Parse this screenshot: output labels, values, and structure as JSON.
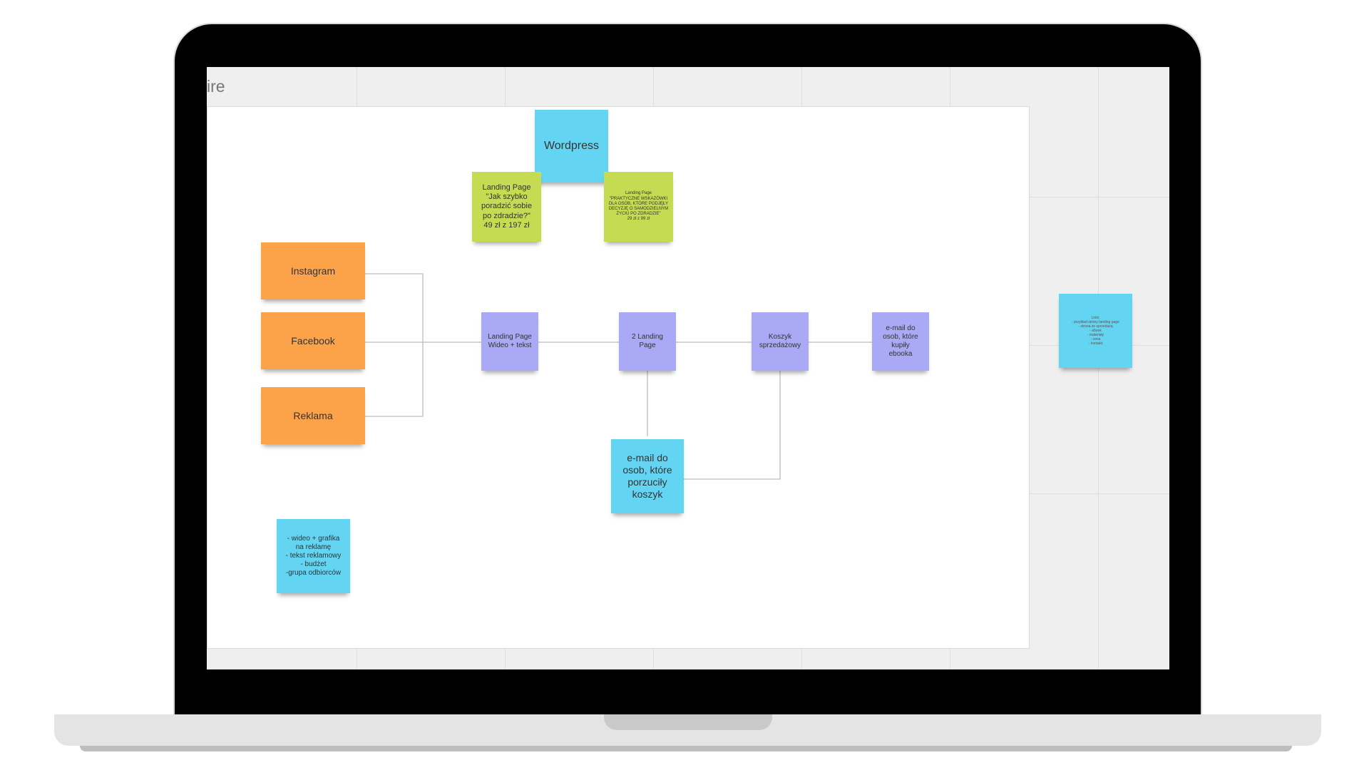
{
  "board": {
    "frame_title": "ire"
  },
  "stickies": {
    "wordpress": "Wordpress",
    "landing_left": "Landing Page\n\"Jak szybko\nporadzić sobie\npo zdradzie?\"\n49 zł z 197 zł",
    "landing_right": "Landing Page\n\"PRAKTYCZNE WSKAZÓWKI\nDLA OSÓB, KTÓRE PODJĘŁY\nDECYZJĘ O SAMODZIELNYM\nŻYCIU PO ZDRADZIE\"\n29 zł z 99 zł",
    "instagram": "Instagram",
    "facebook": "Facebook",
    "reklama": "Reklama",
    "landing_video": "Landing Page\nWideo + tekst",
    "landing_2": "2 Landing\nPage",
    "koszyk": "Koszyk\nsprzedażowy",
    "email_bought": "e-mail do\nosob, które\nkupiły\nebooka",
    "email_abandoned": "e-mail do\nosob, które\nporzuciły\nkoszyk",
    "ad_notes": "- wideo + grafika\nna reklamę\n- tekst reklamowy\n- budżet\n-grupa odbiorców",
    "side_note": "Linki:\n- przykład strony landing page\n- strona ze sprzedażą\n- ebook\n- materiały\n- cena\n- kontakt"
  },
  "colors": {
    "orange": "#fca34a",
    "purple": "#a9a9f5",
    "cyan": "#63d5f2",
    "lime": "#c5dc52"
  }
}
